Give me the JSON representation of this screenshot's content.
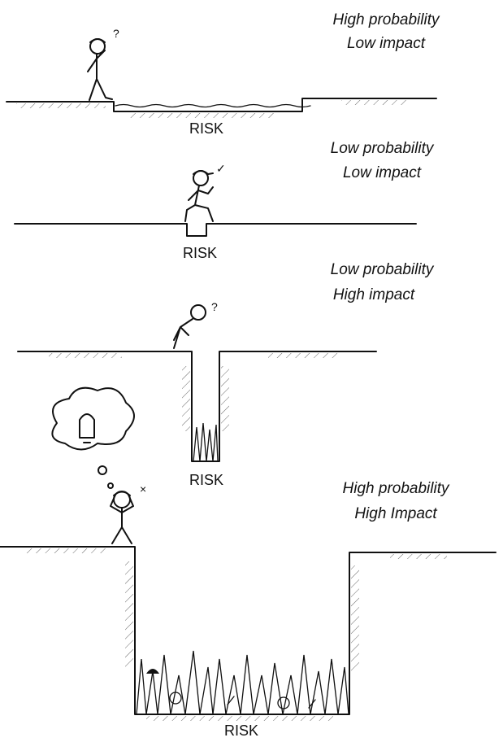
{
  "scenes": [
    {
      "line1": "High probability",
      "line2": "Low impact",
      "risk": "RISK",
      "mark": "?"
    },
    {
      "line1": "Low probability",
      "line2": "Low impact",
      "risk": "RISK",
      "mark": "✓"
    },
    {
      "line1": "Low probability",
      "line2": "High impact",
      "risk": "RISK",
      "mark": "?"
    },
    {
      "line1": "High probability",
      "line2": "High Impact",
      "risk": "RISK",
      "mark": "×"
    }
  ]
}
